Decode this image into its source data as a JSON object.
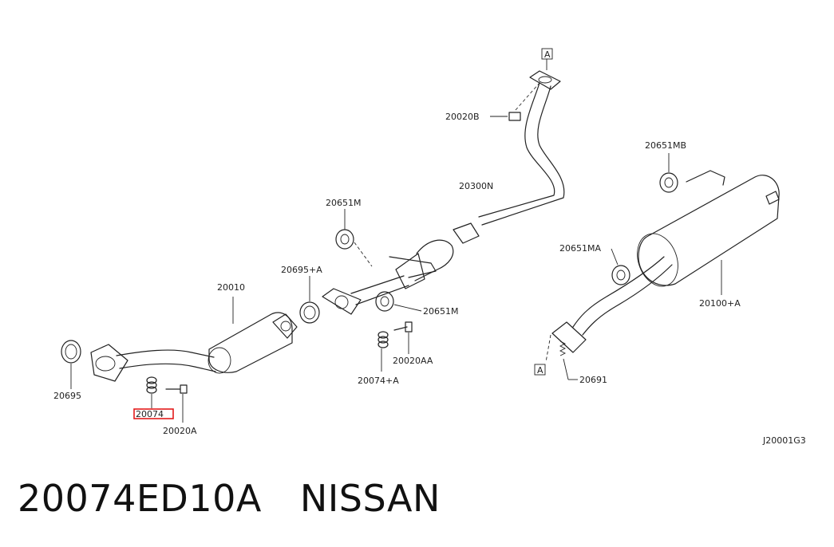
{
  "diagram": {
    "code": "J20001G3",
    "highlighted_part": "20074",
    "reference_marker": "A",
    "labels": {
      "p20020B": "20020B",
      "p20300N": "20300N",
      "p20651MB": "20651MB",
      "p20651M_top": "20651M",
      "p20695A": "20695+A",
      "p20010": "20010",
      "p20651MA": "20651MA",
      "p20651M_mid": "20651M",
      "p20100A": "20100+A",
      "p20020AA": "20020AA",
      "p20695": "20695",
      "p20074A": "20074+A",
      "p20691": "20691",
      "p20074": "20074",
      "p20020A": "20020A"
    }
  },
  "footer": {
    "part_number": "20074ED10A",
    "brand": "NISSAN"
  }
}
